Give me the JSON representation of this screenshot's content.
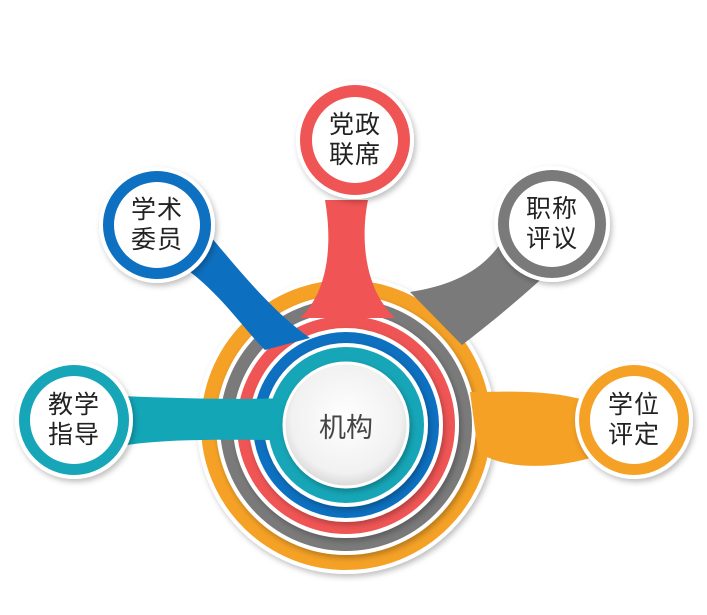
{
  "center": {
    "label": "机构"
  },
  "nodes": [
    {
      "id": "dangzheng",
      "line1": "党政",
      "line2": "联席",
      "color": "#f05455"
    },
    {
      "id": "xueshu",
      "line1": "学术",
      "line2": "委员",
      "color": "#0d6fc0"
    },
    {
      "id": "zhicheng",
      "line1": "职称",
      "line2": "评议",
      "color": "#7a7a7a"
    },
    {
      "id": "jiaoxue",
      "line1": "教学",
      "line2": "指导",
      "color": "#12a6b7"
    },
    {
      "id": "xuewei",
      "line1": "学位",
      "line2": "评定",
      "color": "#f4a125"
    }
  ]
}
